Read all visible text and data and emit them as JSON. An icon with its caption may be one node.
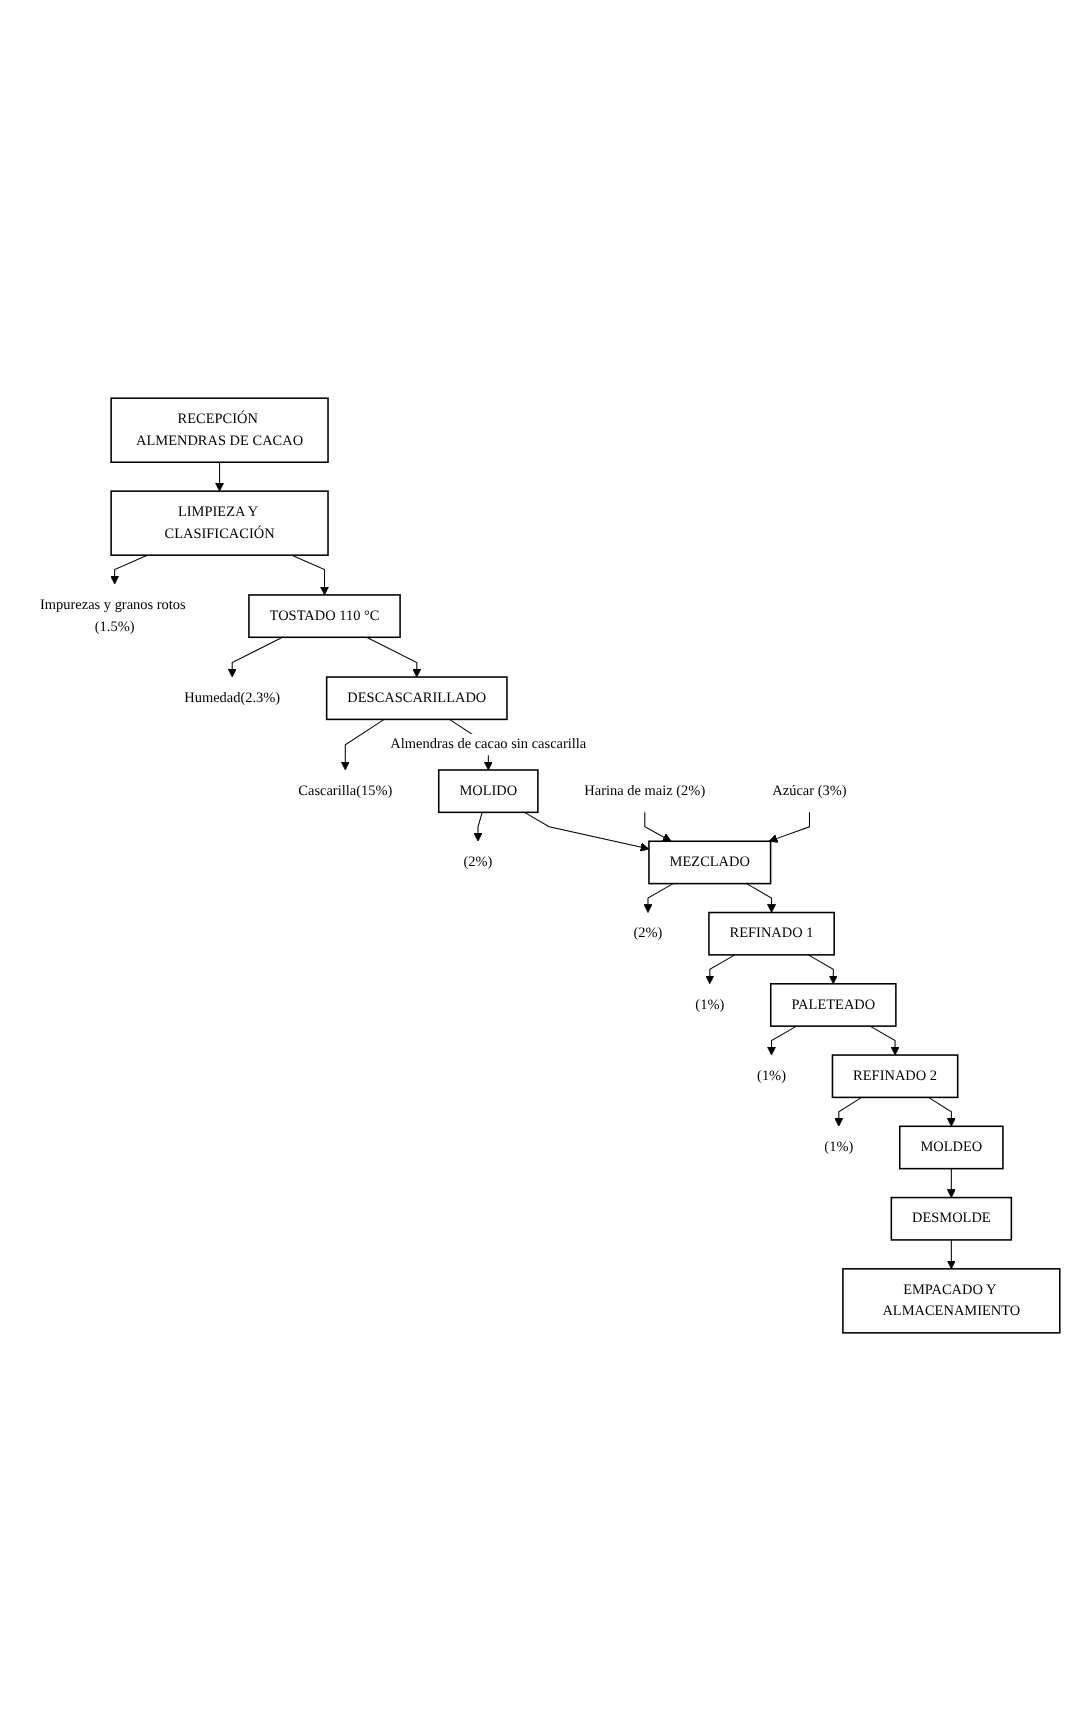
{
  "diagram": {
    "nodes": [
      {
        "text": [
          "RECEPCIÓN ALMENDRAS DE CACAO"
        ]
      },
      {
        "text": [
          "LIMPIEZA Y CLASIFICACIÓN"
        ]
      },
      {
        "text": [
          "Impurezas y granos rotos (1.5%)"
        ]
      },
      {
        "text": [
          "TOSTADO 110 °C"
        ]
      },
      {
        "text": [
          "Humedad(2.3%)"
        ]
      },
      {
        "text": [
          "DESCASCARILLADO"
        ]
      },
      {
        "text": [
          "Cascarilla(15%)"
        ]
      },
      {
        "text": [
          "MOLIDO"
        ]
      },
      {
        "text": [
          "(2%)"
        ]
      },
      {
        "text": [
          "Harina de maiz (2%)"
        ]
      },
      {
        "text": [
          "Azúcar (3%)"
        ]
      },
      {
        "text": [
          "MEZCLADO"
        ]
      },
      {
        "text": [
          "(2%)"
        ]
      },
      {
        "text": [
          "REFINADO 1"
        ]
      },
      {
        "text": [
          "(1%)"
        ]
      },
      {
        "text": [
          "PALETEADO"
        ]
      },
      {
        "text": [
          "(1%)"
        ]
      },
      {
        "text": [
          "REFINADO 2"
        ]
      },
      {
        "text": [
          "(1%)"
        ]
      },
      {
        "text": [
          "MOLDEO"
        ]
      },
      {
        "text": [
          "DESMOLDE"
        ]
      },
      {
        "text": [
          "EMPACADO Y ALMACENAMIENTO"
        ]
      }
    ],
    "edges": [
      {
        "from": 0,
        "to": 1,
        "arrow": "to"
      },
      {
        "from": 1,
        "to": 2,
        "arrow": "to"
      },
      {
        "from": 1,
        "to": 3,
        "arrow": "to"
      },
      {
        "from": 3,
        "to": 4,
        "arrow": "to"
      },
      {
        "from": 3,
        "to": 5,
        "arrow": "to"
      },
      {
        "from": 5,
        "to": 6,
        "arrow": "to"
      },
      {
        "from": 5,
        "to": 7,
        "arrow": "to",
        "label": "Almendras de cacao sin cascarilla"
      },
      {
        "from": 7,
        "to": 8,
        "arrow": "to"
      },
      {
        "from": 7,
        "to": 11,
        "arrow": "to"
      },
      {
        "from": 9,
        "to": 11,
        "arrow": "to"
      },
      {
        "from": 10,
        "to": 11,
        "arrow": "to"
      },
      {
        "from": 11,
        "to": 12,
        "arrow": "to"
      },
      {
        "from": 11,
        "to": 13,
        "arrow": "to"
      },
      {
        "from": 13,
        "to": 14,
        "arrow": "to"
      },
      {
        "from": 13,
        "to": 15,
        "arrow": "to"
      },
      {
        "from": 15,
        "to": 16,
        "arrow": "to"
      },
      {
        "from": 15,
        "to": 17,
        "arrow": "to"
      },
      {
        "from": 17,
        "to": 18,
        "arrow": "to"
      },
      {
        "from": 17,
        "to": 19,
        "arrow": "to"
      },
      {
        "from": 19,
        "to": 20,
        "arrow": "to"
      },
      {
        "from": 20,
        "to": 21,
        "arrow": "to"
      }
    ]
  }
}
